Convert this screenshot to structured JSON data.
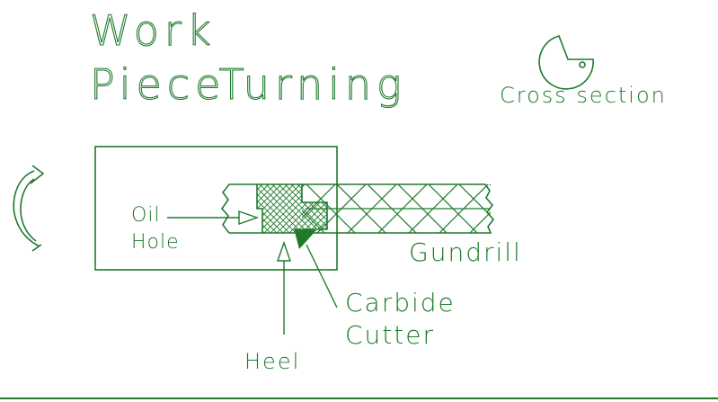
{
  "title_line1": "Work",
  "title_line2": "PieceTurning",
  "cross_section_label": "Cross section",
  "labels": {
    "oil_line1": "Oil",
    "oil_line2": "Hole",
    "gundrill": "Gundrill",
    "carbide_line1": "Carbide",
    "carbide_line2": "Cutter",
    "heel": "Heel"
  },
  "colors": {
    "ink": "#1f7a2c",
    "background": "#ffffff"
  },
  "icons": {
    "rotation": "rotation-arrow-icon",
    "cross_section": "cross-section-icon"
  }
}
